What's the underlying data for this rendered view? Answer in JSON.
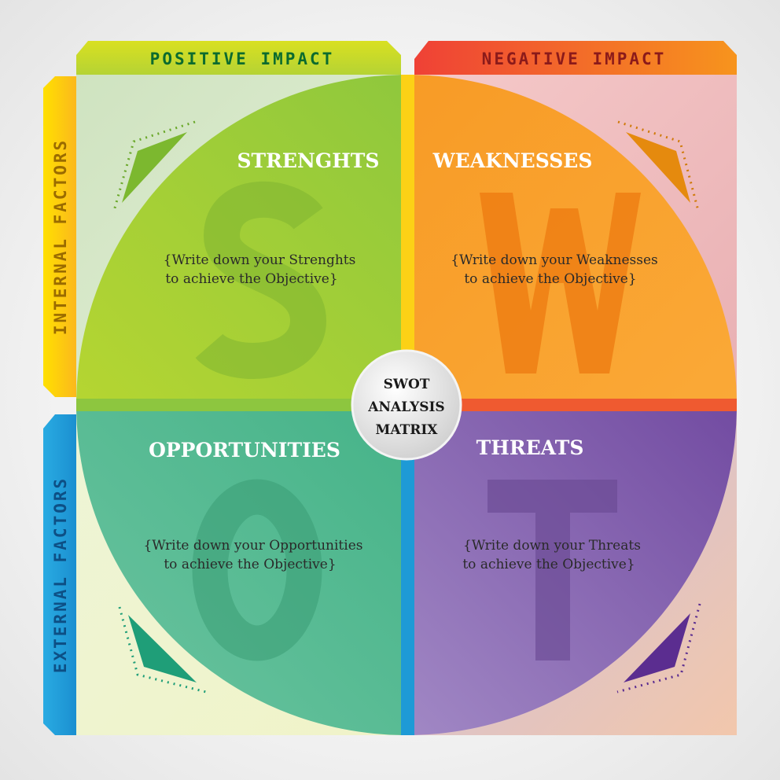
{
  "header": {
    "positive_label": "POSITIVE IMPACT",
    "negative_label": "NEGATIVE IMPACT"
  },
  "side": {
    "internal_label": "INTERNAL FACTORS",
    "external_label": "EXTERNAL FACTORS"
  },
  "center": {
    "line1": "SWOT",
    "line2": "ANALYSIS",
    "line3": "MATRIX"
  },
  "quadrants": [
    {
      "title": "STRENGHTS",
      "letter": "S",
      "line1": "{Write down your Strenghts",
      "line2": "to achieve the Objective}",
      "color": "#8cc63f"
    },
    {
      "title": "WEAKNESSES",
      "letter": "W",
      "line1": "{Write down your Weaknesses",
      "line2": "to achieve the Objective}",
      "color": "#f7941d"
    },
    {
      "title": "OPPORTUNITIES",
      "letter": "O",
      "line1": "{Write down your Opportunities",
      "line2": "to achieve the Objective}",
      "color": "#2aa87a"
    },
    {
      "title": "THREATS",
      "letter": "T",
      "line1": "{Write down your Threats",
      "line2": "to achieve the Objective}",
      "color": "#6a3d9a"
    }
  ]
}
